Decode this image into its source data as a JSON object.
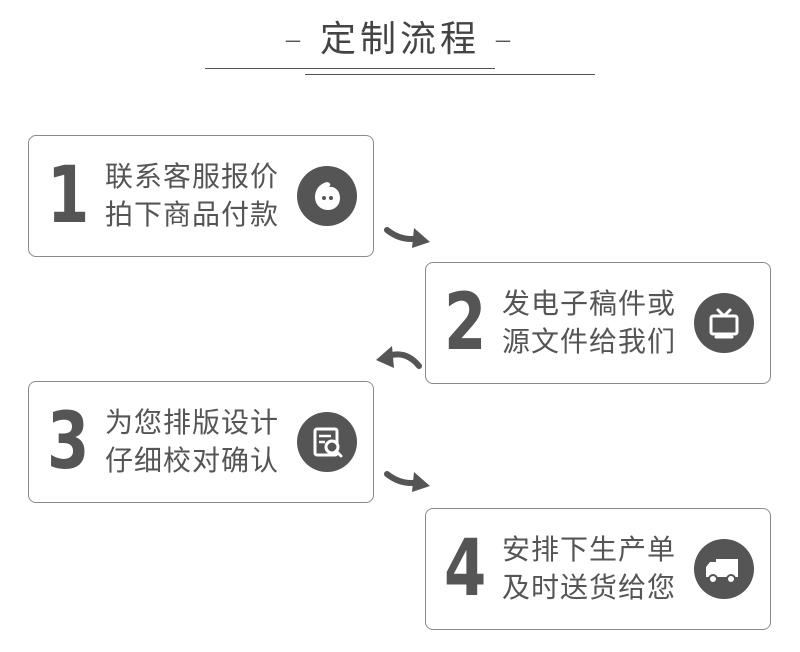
{
  "title": {
    "dash_left": "–",
    "text": "定制流程",
    "dash_right": "–"
  },
  "steps": [
    {
      "number": "1",
      "line1": "联系客服报价",
      "line2": "拍下商品付款",
      "icon": "chat-bubble-icon"
    },
    {
      "number": "2",
      "line1": "发电子稿件或",
      "line2": "源文件给我们",
      "icon": "tv-icon"
    },
    {
      "number": "3",
      "line1": "为您排版设计",
      "line2": "仔细校对确认",
      "icon": "document-search-icon"
    },
    {
      "number": "4",
      "line1": "安排下生产单",
      "line2": "及时送货给您",
      "icon": "delivery-truck-icon"
    }
  ],
  "colors": {
    "accent": "#555555",
    "border": "#8a8a8a",
    "background": "#ffffff"
  }
}
